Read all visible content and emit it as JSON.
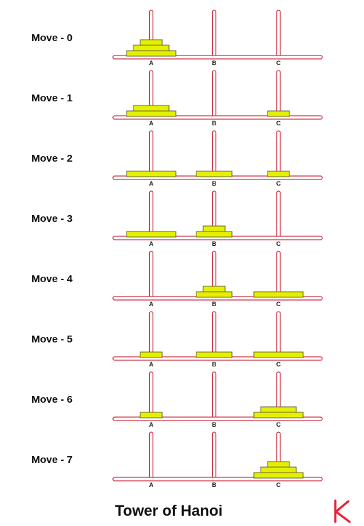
{
  "title": "Tower of Hanoi",
  "peg_labels": [
    "A",
    "B",
    "C"
  ],
  "colors": {
    "pole_outline": "#cc3344",
    "disk_fill": "#e5f000",
    "disk_outline": "#666633",
    "logo": "#e8233a"
  },
  "logo": {
    "letter": "K"
  },
  "disk_sizes": {
    "small": 1,
    "medium": 2,
    "large": 3
  },
  "moves": [
    {
      "label": "Move - 0",
      "pegs": {
        "A": [
          3,
          2,
          1
        ],
        "B": [],
        "C": []
      }
    },
    {
      "label": "Move - 1",
      "pegs": {
        "A": [
          3,
          2
        ],
        "B": [],
        "C": [
          1
        ]
      }
    },
    {
      "label": "Move - 2",
      "pegs": {
        "A": [
          3
        ],
        "B": [
          2
        ],
        "C": [
          1
        ]
      }
    },
    {
      "label": "Move - 3",
      "pegs": {
        "A": [
          3
        ],
        "B": [
          2,
          1
        ],
        "C": []
      }
    },
    {
      "label": "Move - 4",
      "pegs": {
        "A": [],
        "B": [
          2,
          1
        ],
        "C": [
          3
        ]
      }
    },
    {
      "label": "Move - 5",
      "pegs": {
        "A": [
          1
        ],
        "B": [
          2
        ],
        "C": [
          3
        ]
      }
    },
    {
      "label": "Move - 6",
      "pegs": {
        "A": [
          1
        ],
        "B": [],
        "C": [
          3,
          2
        ]
      }
    },
    {
      "label": "Move - 7",
      "pegs": {
        "A": [],
        "B": [],
        "C": [
          3,
          2,
          1
        ]
      }
    }
  ]
}
